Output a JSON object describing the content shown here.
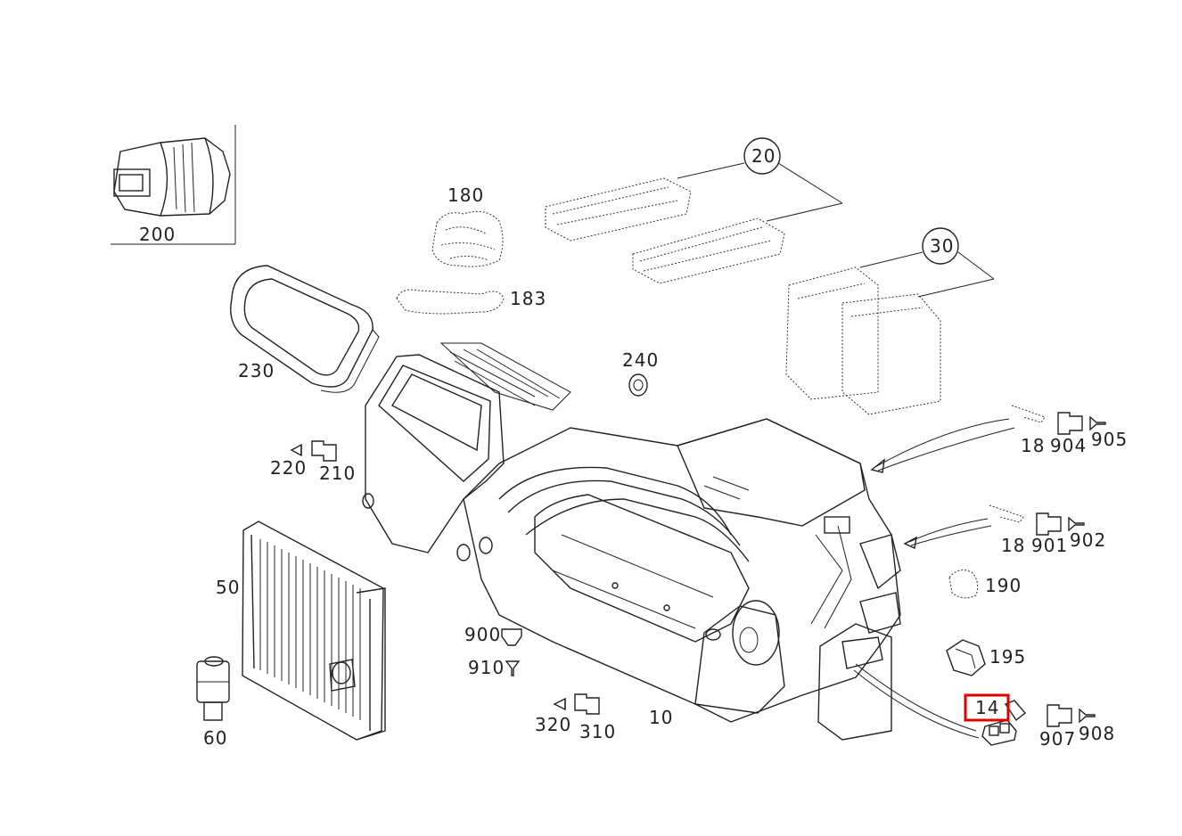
{
  "diagram": {
    "highlight_color": "#e00000",
    "callouts": {
      "c20": "20",
      "c30": "30"
    },
    "labels": {
      "p200": "200",
      "p180": "180",
      "p183": "183",
      "p230": "230",
      "p240": "240",
      "p220": "220",
      "p210": "210",
      "p50": "50",
      "p60": "60",
      "p900": "900",
      "p910": "910",
      "p320": "320",
      "p310": "310",
      "p10": "10",
      "p18a": "18",
      "p904": "904",
      "p905": "905",
      "p18b": "18",
      "p901": "901",
      "p902": "902",
      "p190": "190",
      "p195": "195",
      "p14": "14",
      "p907": "907",
      "p908": "908"
    },
    "highlighted_part": "14"
  }
}
